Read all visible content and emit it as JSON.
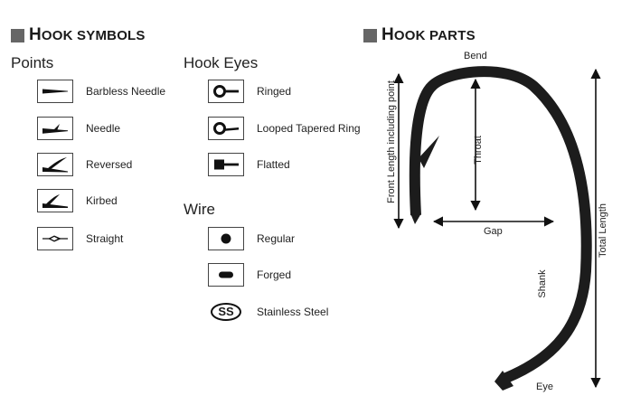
{
  "headings": {
    "symbols": {
      "first": "H",
      "rest": "OOK SYMBOLS"
    },
    "parts": {
      "first": "H",
      "rest": "OOK PARTS"
    }
  },
  "sections": {
    "points": "Points",
    "eyes": "Hook Eyes",
    "wire": "Wire"
  },
  "points": [
    {
      "label": "Barbless Needle",
      "icon": "barbless-needle-icon"
    },
    {
      "label": "Needle",
      "icon": "needle-icon"
    },
    {
      "label": "Reversed",
      "icon": "reversed-icon"
    },
    {
      "label": "Kirbed",
      "icon": "kirbed-icon"
    },
    {
      "label": "Straight",
      "icon": "straight-icon"
    }
  ],
  "eyes": [
    {
      "label": "Ringed",
      "icon": "ringed-eye-icon"
    },
    {
      "label": "Looped Tapered Ring",
      "icon": "looped-tapered-ring-icon"
    },
    {
      "label": "Flatted",
      "icon": "flatted-eye-icon"
    }
  ],
  "wire": [
    {
      "label": "Regular",
      "icon": "regular-wire-icon"
    },
    {
      "label": "Forged",
      "icon": "forged-wire-icon"
    },
    {
      "label": "Stainless Steel",
      "icon": "stainless-steel-icon",
      "badge": "SS"
    }
  ],
  "parts": {
    "bend": "Bend",
    "throat": "Throat",
    "gap": "Gap",
    "shank": "Shank",
    "eye": "Eye",
    "front_length": "Front Length including point",
    "total_length": "Total Length"
  },
  "colors": {
    "ink": "#1a1a1a",
    "heading_square": "#666666",
    "box_border": "#444444"
  }
}
